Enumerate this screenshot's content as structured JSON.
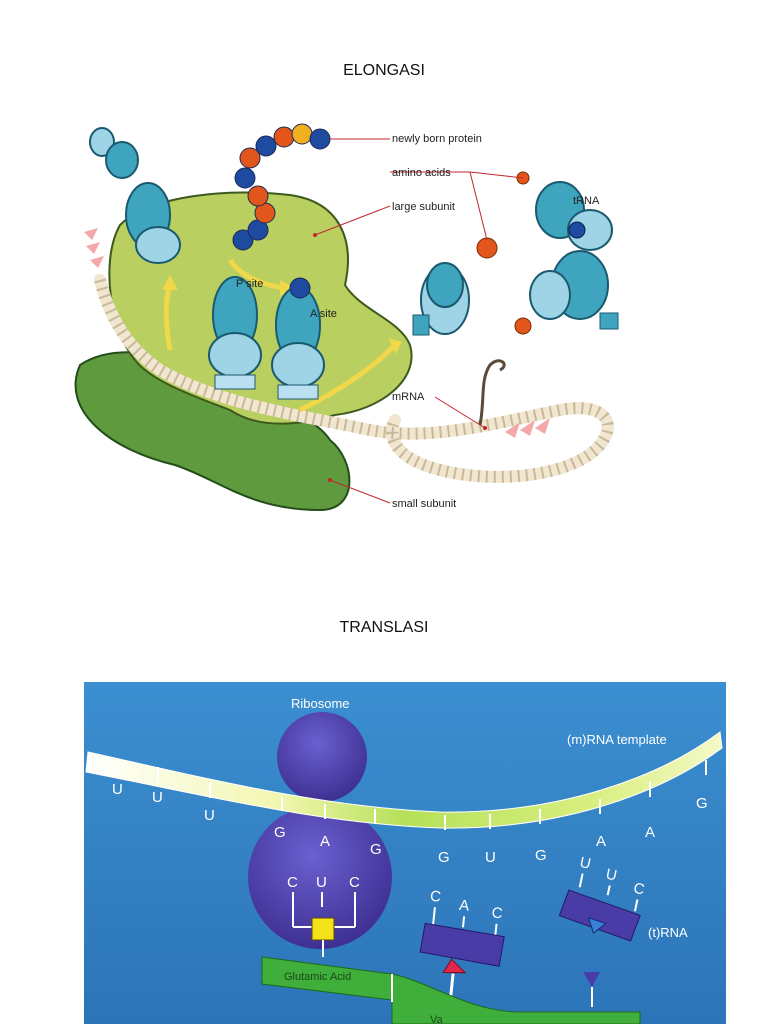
{
  "section1": {
    "title": "ELONGASI",
    "labels": {
      "newly_born_protein": "newly born protein",
      "amino_acids": "amino acids",
      "large_subunit": "large subunit",
      "trna": "tRNA",
      "p_site": "P site",
      "a_site": "A site",
      "mrna": "mRNA",
      "small_subunit": "small subunit"
    }
  },
  "section2": {
    "title": "TRANSLASI",
    "labels": {
      "ribosome": "Ribosome",
      "mrna_template": "(m)RNA template",
      "trna": "(t)RNA",
      "glutamic_acid": "Glutamic Acid",
      "partial_label": "Va"
    },
    "mrna_bases": [
      "U",
      "U",
      "U",
      "G",
      "A",
      "G",
      "G",
      "U",
      "G",
      "A",
      "A",
      "G"
    ],
    "trna_anticodons": [
      [
        "C",
        "U",
        "C"
      ],
      [
        "C",
        "A",
        "C"
      ],
      [
        "U",
        "U",
        "C"
      ]
    ]
  },
  "colors": {
    "large_subunit": "#b9cf5f",
    "small_subunit": "#5f9a3e",
    "trna_body": "#3fa4bd",
    "amino_blue": "#1e4aa0",
    "amino_orange": "#e2561c",
    "panel_blue": "#3b8fd0",
    "ribosome_purple": "#4a3ca6",
    "chain_green": "#3fae3a"
  }
}
